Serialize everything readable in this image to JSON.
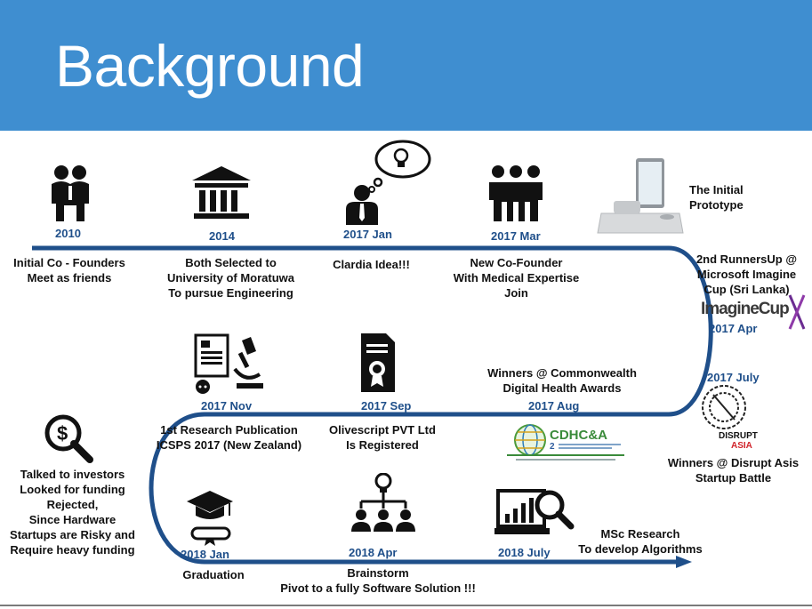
{
  "slide": {
    "title": "Background",
    "accent_color": "#3f8ed0",
    "track_color": "#1f4f8a"
  },
  "events": {
    "e2010": {
      "date": "2010",
      "text": "Initial Co - Founders\nMeet as friends",
      "icon": "friends-icon"
    },
    "e2014": {
      "date": "2014",
      "text": "Both Selected to\nUniversity of Moratuwa\nTo pursue Engineering",
      "icon": "university-icon"
    },
    "e2017jan": {
      "date": "2017 Jan",
      "text": "Clardia Idea!!!",
      "icon": "idea-person-icon"
    },
    "e2017mar": {
      "date": "2017 Mar",
      "text": "New Co-Founder\nWith Medical Expertise\nJoin",
      "icon": "group-icon"
    },
    "prototype": {
      "text": "The Initial\nPrototype",
      "icon": "prototype-device-image"
    },
    "e2017apr": {
      "date": "2017 Apr",
      "text": "2nd RunnersUp @\nMicrosoft Imagine\nCup (Sri Lanka)",
      "logo_text": "ImagineCup"
    },
    "e2017july": {
      "date": "2017 July",
      "text": "Winners @ Disrupt Asis\nStartup Battle",
      "logo_text_1": "DISRUPT",
      "logo_text_2": "ASIA"
    },
    "e2017aug": {
      "date": "2017 Aug",
      "text": "Winners @ Commonwealth\nDigital Health Awards",
      "logo_text": "CDHC&A"
    },
    "e2017sep": {
      "date": "2017 Sep",
      "text": "Olivescript PVT Ltd\nIs Registered",
      "icon": "certificate-icon"
    },
    "e2017nov": {
      "date": "2017 Nov",
      "text": "1st Research Publication\nICSPS 2017 (New Zealand)",
      "icon": "research-icon"
    },
    "investors": {
      "text": "Talked to investors\nLooked for funding\nRejected,\nSince Hardware\nStartups are Risky and\nRequire heavy funding",
      "icon": "dollar-search-icon"
    },
    "e2018jan": {
      "date": "2018 Jan",
      "text": "Graduation",
      "icon": "graduation-icon"
    },
    "e2018apr": {
      "date": "2018 Apr",
      "text": "Brainstorm\nPivot to a fully Software Solution !!!",
      "icon": "brainstorm-icon"
    },
    "e2018july": {
      "date": "2018 July",
      "text": "MSc Research\nTo develop Algorithms",
      "icon": "analytics-icon"
    }
  }
}
